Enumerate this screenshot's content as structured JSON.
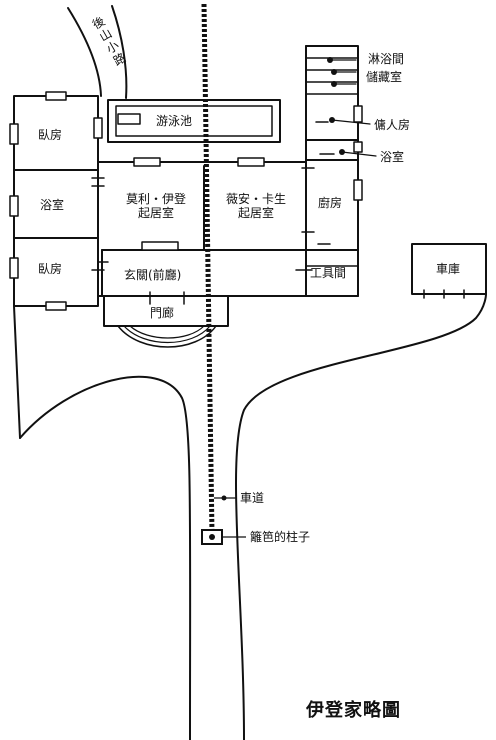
{
  "title": "伊登家略圖",
  "labels": {
    "mountain_path": "後山小路",
    "pool": "游泳池",
    "bedroom_top": "臥房",
    "bath_left": "浴室",
    "bedroom_bottom": "臥房",
    "morey_line1": "莫利・伊登",
    "morey_line2": "起居室",
    "vivian_line1": "薇安・卡生",
    "vivian_line2": "起居室",
    "shower": "淋浴間",
    "storage": "儲藏室",
    "servant": "傭人房",
    "bath_right": "浴室",
    "kitchen": "廚房",
    "toolroom": "工具間",
    "entrance": "玄關(前廳)",
    "porch": "門廊",
    "garage": "車庫",
    "driveway": "車道",
    "post": "籬笆的柱子"
  }
}
